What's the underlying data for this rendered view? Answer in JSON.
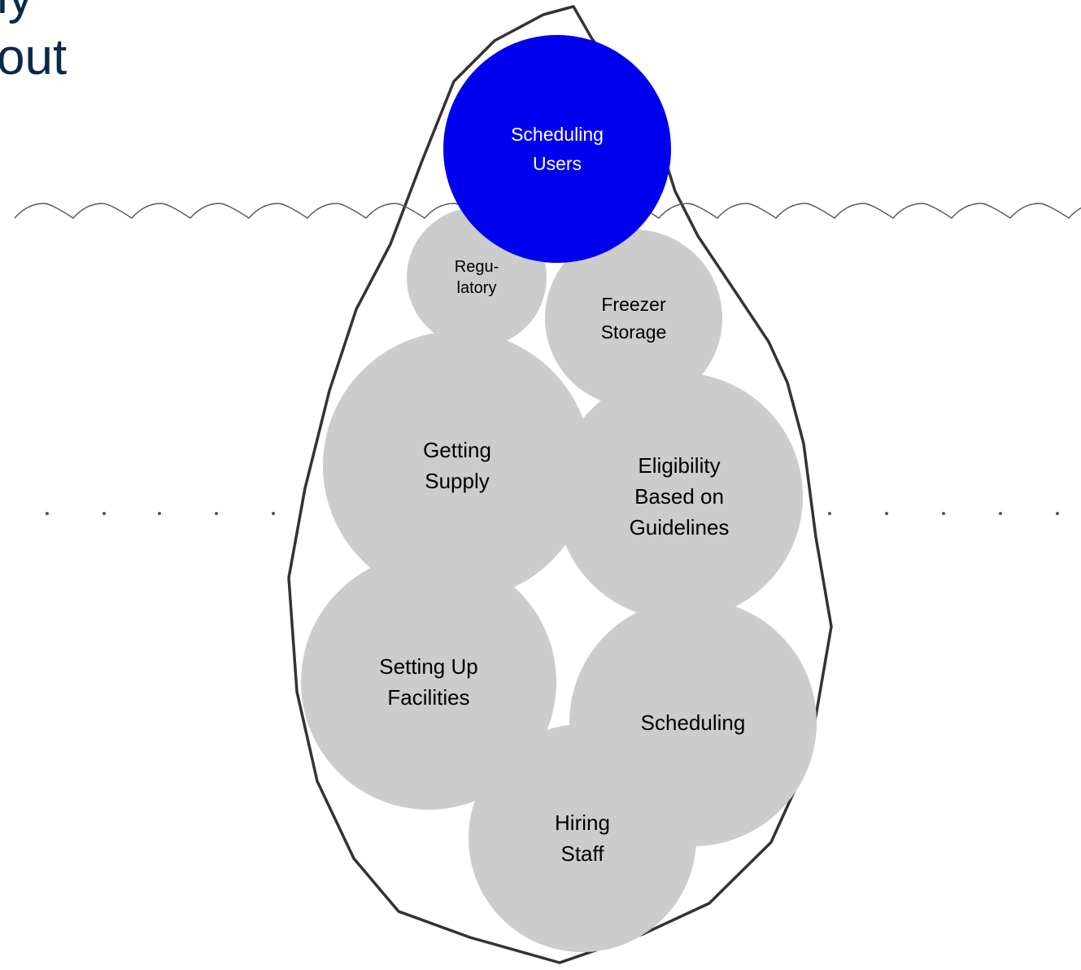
{
  "heading": {
    "line1": "ly",
    "line2": "out"
  },
  "colors": {
    "highlight_bubble": "#0000EE",
    "bubble": "#CCCCCC",
    "outline": "#333333",
    "water_line": "#555555",
    "highlight_text": "#FFFFFF",
    "bubble_text": "#000000"
  },
  "bubbles": [
    {
      "id": "getting-supply",
      "lines": [
        "Getting",
        "Supply"
      ],
      "highlight": false
    },
    {
      "id": "eligibility",
      "lines": [
        "Eligibility",
        "Based on",
        "Guidelines"
      ],
      "highlight": false
    },
    {
      "id": "setting-up-facilities",
      "lines": [
        "Setting Up",
        "Facilities"
      ],
      "highlight": false
    },
    {
      "id": "scheduling",
      "lines": [
        "Scheduling"
      ],
      "highlight": false
    },
    {
      "id": "hiring-staff",
      "lines": [
        "Hiring",
        "Staff"
      ],
      "highlight": false
    },
    {
      "id": "regulatory",
      "lines": [
        "Regu-",
        "latory"
      ],
      "highlight": false
    },
    {
      "id": "freezer-storage",
      "lines": [
        "Freezer",
        "Storage"
      ],
      "highlight": false
    },
    {
      "id": "scheduling-users",
      "lines": [
        "Scheduling",
        "Users"
      ],
      "highlight": true
    }
  ]
}
